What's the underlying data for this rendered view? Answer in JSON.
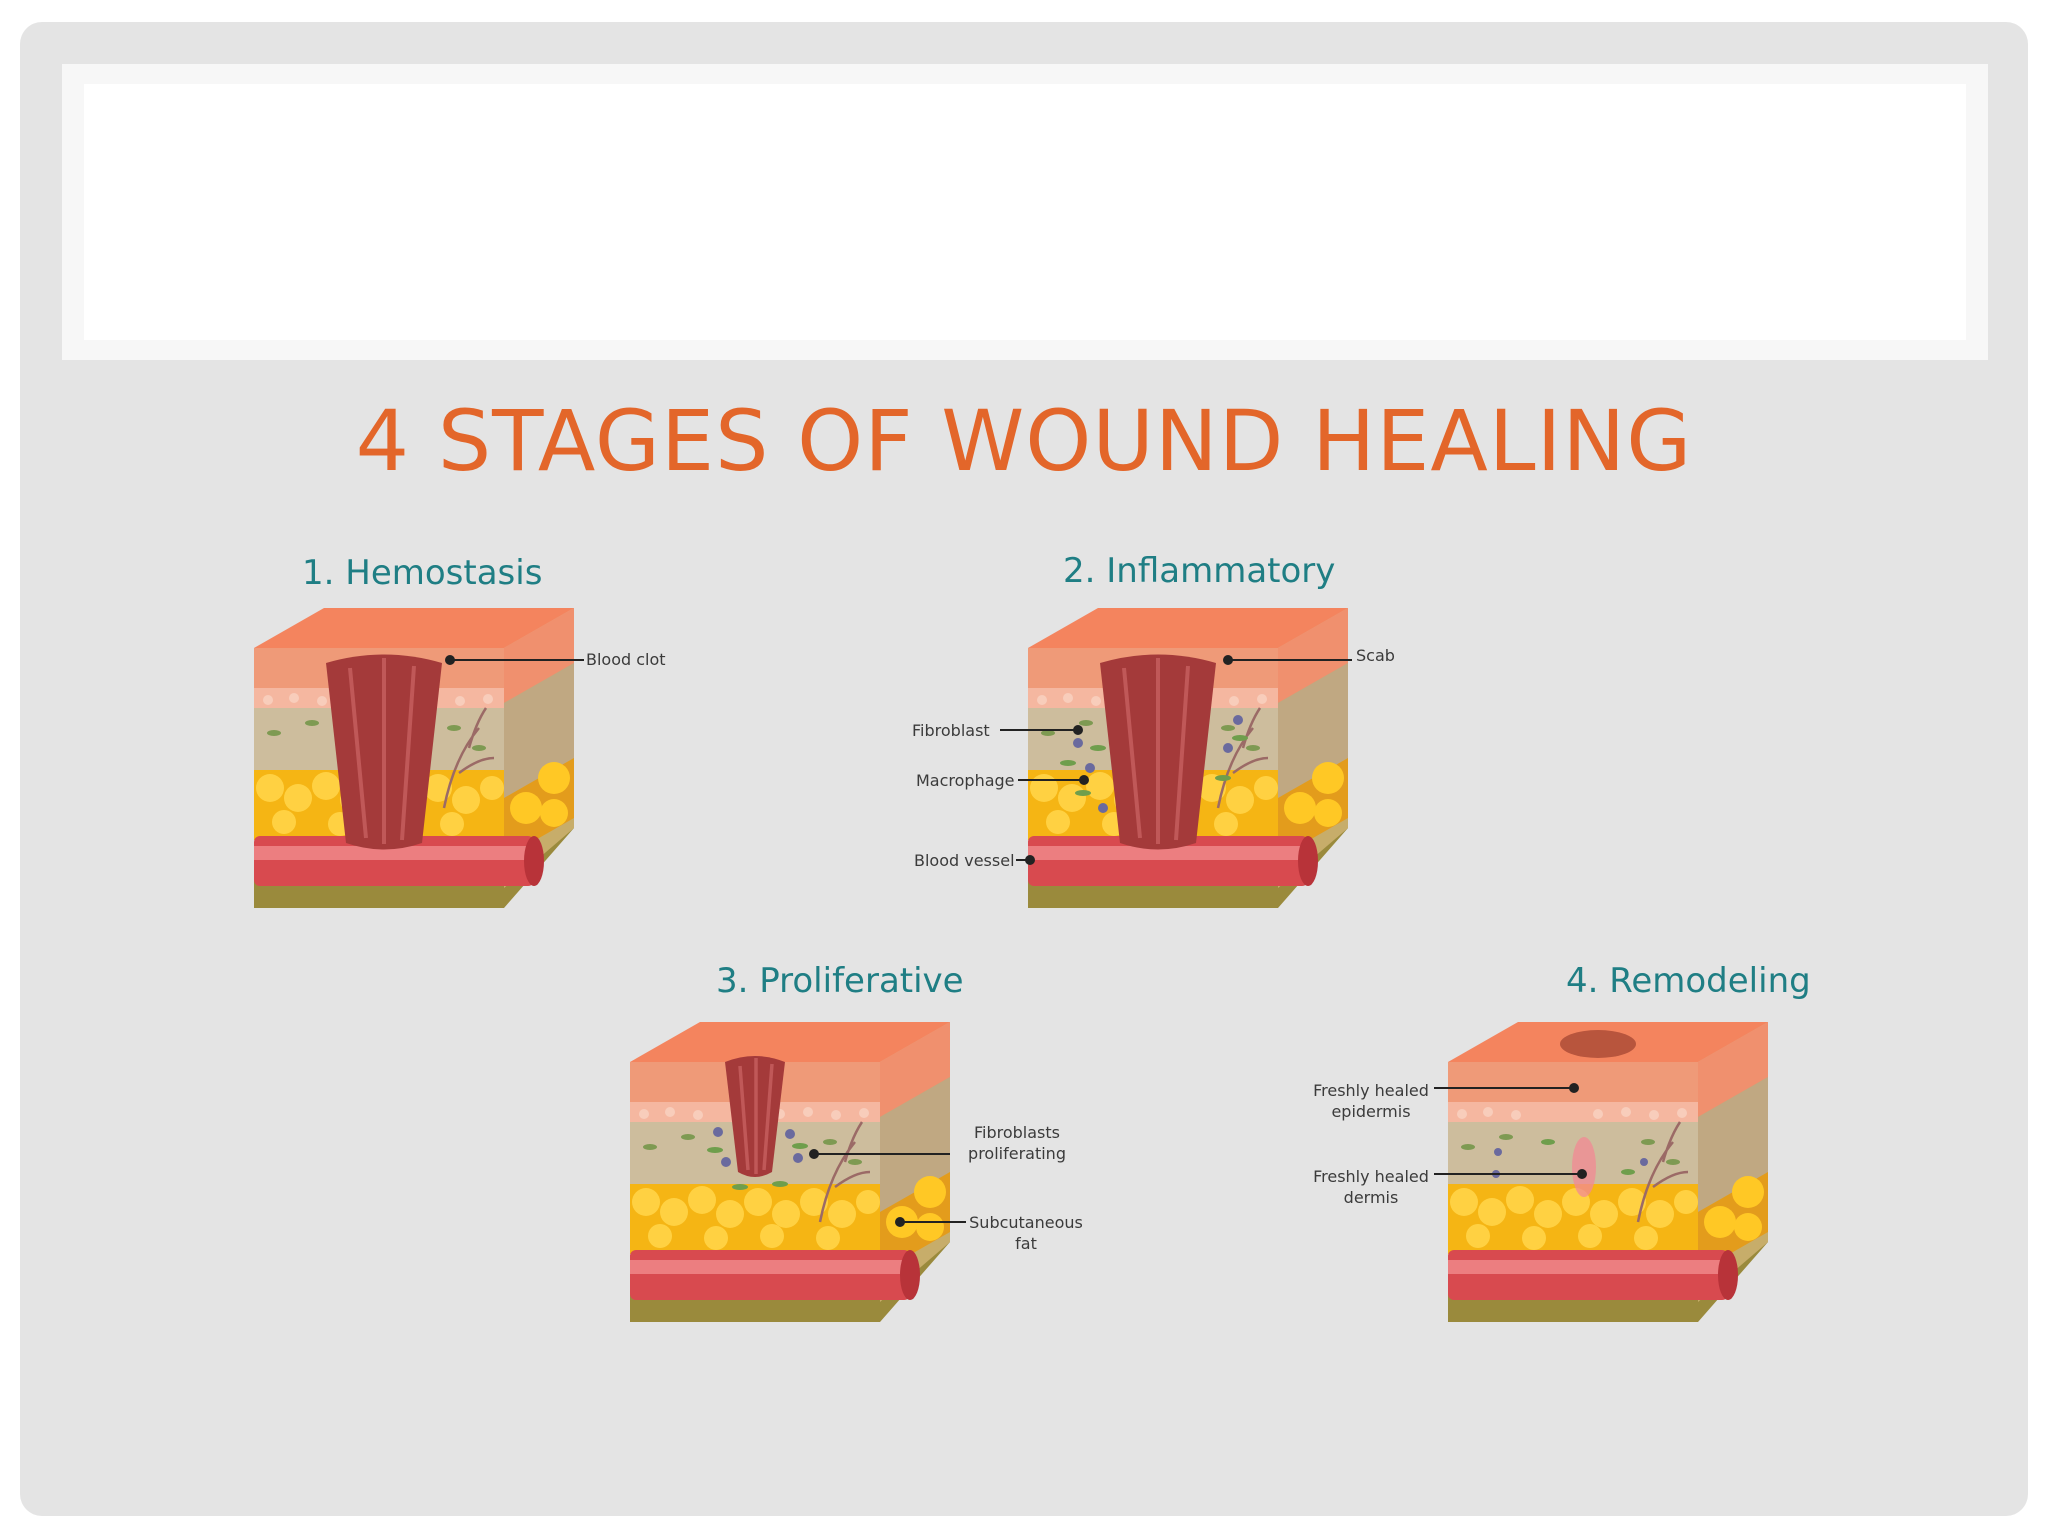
{
  "main_title": "4 STAGES OF WOUND HEALING",
  "stages": [
    {
      "title": "1. Hemostasis",
      "labels": {
        "blood_clot": "Blood clot"
      }
    },
    {
      "title": "2. Inflammatory",
      "labels": {
        "scab": "Scab",
        "fibroblast": "Fibroblast",
        "macrophage": "Macrophage",
        "blood_vessel": "Blood vessel"
      }
    },
    {
      "title": "3. Proliferative",
      "labels": {
        "fibroblasts": "Fibroblasts proliferating",
        "fat": "Subcutaneous fat"
      }
    },
    {
      "title": "4. Remodeling",
      "labels": {
        "epidermis": "Freshly healed epidermis",
        "dermis": "Freshly healed dermis"
      }
    }
  ],
  "colors": {
    "title": "#e3662a",
    "stage_title": "#1f7e84",
    "skin_top": "#f08a68",
    "dermis": "#c9b99a",
    "fat": "#f6b814",
    "blood_vessel": "#d8494e",
    "clot": "#a43a3a"
  }
}
